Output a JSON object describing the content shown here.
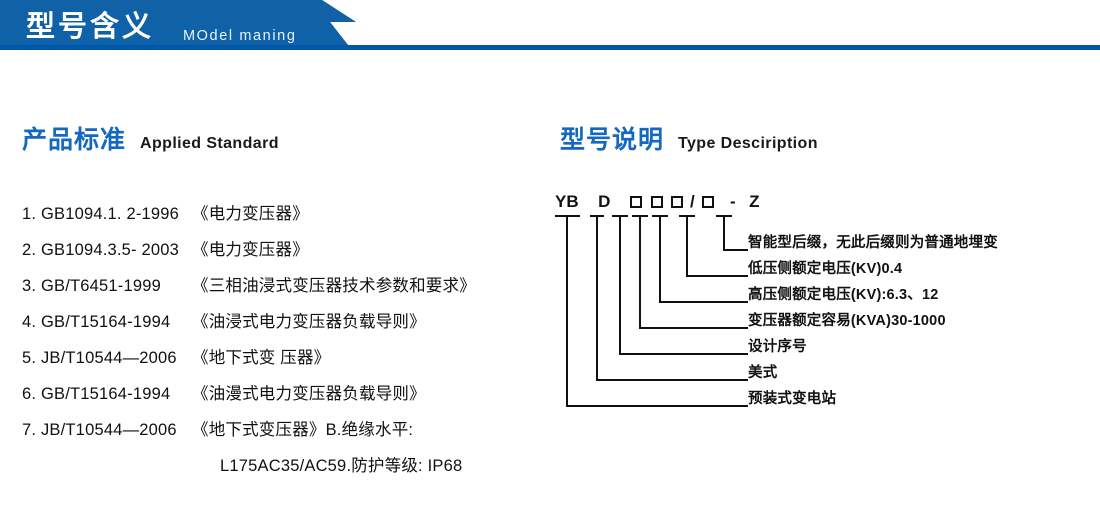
{
  "header": {
    "title_cn": "型号含义",
    "title_en": "MOdel maning",
    "bar_color": "#1161a6",
    "accent_color": "#0057a8"
  },
  "sections": {
    "left": {
      "title_cn": "产品标准",
      "title_en": "Applied Standard"
    },
    "right": {
      "title_cn": "型号说明",
      "title_en": "Type Desciription"
    }
  },
  "standards": [
    {
      "index": "1.",
      "code": "GB1094.1. 2-1996",
      "name": "《电力变压器》"
    },
    {
      "index": "2.",
      "code": "GB1094.3.5- 2003",
      "name": "《电力变压器》"
    },
    {
      "index": "3.",
      "code": "GB/T6451-1999",
      "name": "《三相油浸式变压器技术参数和要求》"
    },
    {
      "index": "4.",
      "code": "GB/T15164-1994",
      "name": "《油浸式电力变压器负载导则》"
    },
    {
      "index": "5.",
      "code": "JB/T10544—2006",
      "name": "《地下式变 压器》"
    },
    {
      "index": "6.",
      "code": "GB/T15164-1994",
      "name": "《油漫式电力变压器负载导则》"
    },
    {
      "index": "7.",
      "code": "JB/T10544—2006",
      "name": "《地下式变压器》B.绝缘水平:"
    }
  ],
  "standards_continuation": "L175AC35/AC59.防护等级: IP68",
  "type_code": {
    "segments": [
      "YB",
      "D",
      "□",
      "□",
      "□",
      "/",
      "□",
      "-",
      "Z"
    ],
    "display": "YB D □□□/□ - Z"
  },
  "type_legend": [
    "智能型后缀，无此后缀则为普通地埋变",
    "低压侧额定电压(KV)0.4",
    "高压侧额定电压(KV):6.3、12",
    "变压器额定容易(KVA)30-1000",
    "设计序号",
    "美式",
    "预装式变电站"
  ],
  "colors": {
    "heading_blue": "#1468c0",
    "text_black": "#111111",
    "page_background": "#ffffff"
  }
}
